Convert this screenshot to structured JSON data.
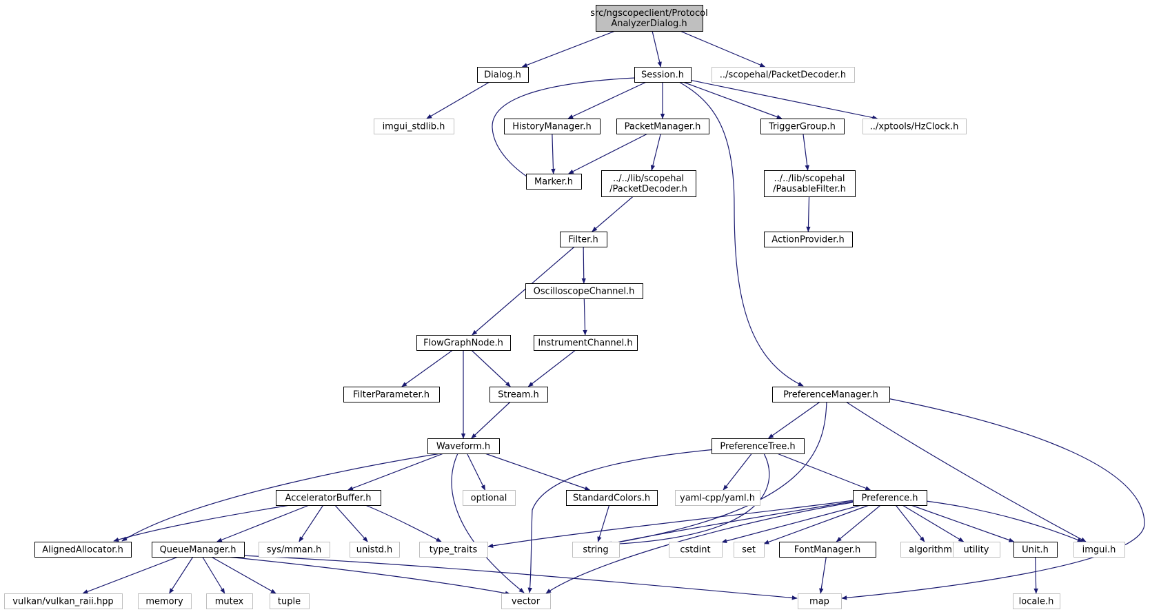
{
  "diagram": {
    "type": "include-dependency-graph",
    "root": "root",
    "colors": {
      "root_fill": "#bfbfbf",
      "local_border": "#000000",
      "external_border": "#bfbfbf",
      "edge": "#191970"
    },
    "nodes": [
      {
        "id": "root",
        "lines": [
          "src/ngscopeclient/Protocol",
          "AnalyzerDialog.h"
        ],
        "kind": "root"
      },
      {
        "id": "dialog",
        "lines": [
          "Dialog.h"
        ],
        "kind": "local"
      },
      {
        "id": "session",
        "lines": [
          "Session.h"
        ],
        "kind": "local"
      },
      {
        "id": "scopehal_packetdecoder",
        "lines": [
          "../scopehal/PacketDecoder.h"
        ],
        "kind": "external"
      },
      {
        "id": "imgui_stdlib",
        "lines": [
          "imgui_stdlib.h"
        ],
        "kind": "external"
      },
      {
        "id": "historymanager",
        "lines": [
          "HistoryManager.h"
        ],
        "kind": "local"
      },
      {
        "id": "packetmanager",
        "lines": [
          "PacketManager.h"
        ],
        "kind": "local"
      },
      {
        "id": "triggergroup",
        "lines": [
          "TriggerGroup.h"
        ],
        "kind": "local"
      },
      {
        "id": "hzclock",
        "lines": [
          "../xptools/HzClock.h"
        ],
        "kind": "external"
      },
      {
        "id": "marker",
        "lines": [
          "Marker.h"
        ],
        "kind": "local"
      },
      {
        "id": "lib_packetdecoder",
        "lines": [
          "../../lib/scopehal",
          "/PacketDecoder.h"
        ],
        "kind": "local"
      },
      {
        "id": "pausablefilter",
        "lines": [
          "../../lib/scopehal",
          "/PausableFilter.h"
        ],
        "kind": "local"
      },
      {
        "id": "actionprovider",
        "lines": [
          "ActionProvider.h"
        ],
        "kind": "local"
      },
      {
        "id": "filter",
        "lines": [
          "Filter.h"
        ],
        "kind": "local"
      },
      {
        "id": "oscilloscopechannel",
        "lines": [
          "OscilloscopeChannel.h"
        ],
        "kind": "local"
      },
      {
        "id": "flowgraphnode",
        "lines": [
          "FlowGraphNode.h"
        ],
        "kind": "local"
      },
      {
        "id": "instrumentchannel",
        "lines": [
          "InstrumentChannel.h"
        ],
        "kind": "local"
      },
      {
        "id": "filterparameter",
        "lines": [
          "FilterParameter.h"
        ],
        "kind": "local"
      },
      {
        "id": "stream",
        "lines": [
          "Stream.h"
        ],
        "kind": "local"
      },
      {
        "id": "preferencemanager",
        "lines": [
          "PreferenceManager.h"
        ],
        "kind": "local"
      },
      {
        "id": "waveform",
        "lines": [
          "Waveform.h"
        ],
        "kind": "local"
      },
      {
        "id": "preferencetree",
        "lines": [
          "PreferenceTree.h"
        ],
        "kind": "local"
      },
      {
        "id": "acceleratorbuffer",
        "lines": [
          "AcceleratorBuffer.h"
        ],
        "kind": "local"
      },
      {
        "id": "optional",
        "lines": [
          "optional"
        ],
        "kind": "external"
      },
      {
        "id": "standardcolors",
        "lines": [
          "StandardColors.h"
        ],
        "kind": "local"
      },
      {
        "id": "yaml",
        "lines": [
          "yaml-cpp/yaml.h"
        ],
        "kind": "external"
      },
      {
        "id": "preference",
        "lines": [
          "Preference.h"
        ],
        "kind": "local"
      },
      {
        "id": "alignedallocator",
        "lines": [
          "AlignedAllocator.h"
        ],
        "kind": "local"
      },
      {
        "id": "queuemanager",
        "lines": [
          "QueueManager.h"
        ],
        "kind": "local"
      },
      {
        "id": "sysmman",
        "lines": [
          "sys/mman.h"
        ],
        "kind": "external"
      },
      {
        "id": "unistd",
        "lines": [
          "unistd.h"
        ],
        "kind": "external"
      },
      {
        "id": "type_traits",
        "lines": [
          "type_traits"
        ],
        "kind": "external"
      },
      {
        "id": "string",
        "lines": [
          "string"
        ],
        "kind": "external"
      },
      {
        "id": "cstdint",
        "lines": [
          "cstdint"
        ],
        "kind": "external"
      },
      {
        "id": "set",
        "lines": [
          "set"
        ],
        "kind": "external"
      },
      {
        "id": "fontmanager",
        "lines": [
          "FontManager.h"
        ],
        "kind": "local"
      },
      {
        "id": "algorithm",
        "lines": [
          "algorithm"
        ],
        "kind": "external"
      },
      {
        "id": "utility",
        "lines": [
          "utility"
        ],
        "kind": "external"
      },
      {
        "id": "unit",
        "lines": [
          "Unit.h"
        ],
        "kind": "local"
      },
      {
        "id": "imgui",
        "lines": [
          "imgui.h"
        ],
        "kind": "external"
      },
      {
        "id": "vulkan",
        "lines": [
          "vulkan/vulkan_raii.hpp"
        ],
        "kind": "external"
      },
      {
        "id": "memory",
        "lines": [
          "memory"
        ],
        "kind": "external"
      },
      {
        "id": "mutex",
        "lines": [
          "mutex"
        ],
        "kind": "external"
      },
      {
        "id": "tuple",
        "lines": [
          "tuple"
        ],
        "kind": "external"
      },
      {
        "id": "vector",
        "lines": [
          "vector"
        ],
        "kind": "external"
      },
      {
        "id": "map",
        "lines": [
          "map"
        ],
        "kind": "external"
      },
      {
        "id": "locale",
        "lines": [
          "locale.h"
        ],
        "kind": "external"
      }
    ],
    "edges": [
      [
        "root",
        "dialog"
      ],
      [
        "root",
        "session"
      ],
      [
        "root",
        "scopehal_packetdecoder"
      ],
      [
        "dialog",
        "imgui_stdlib"
      ],
      [
        "session",
        "marker"
      ],
      [
        "session",
        "historymanager"
      ],
      [
        "session",
        "packetmanager"
      ],
      [
        "session",
        "triggergroup"
      ],
      [
        "session",
        "hzclock"
      ],
      [
        "session",
        "preferencemanager"
      ],
      [
        "historymanager",
        "marker"
      ],
      [
        "packetmanager",
        "marker"
      ],
      [
        "packetmanager",
        "lib_packetdecoder"
      ],
      [
        "triggergroup",
        "pausablefilter"
      ],
      [
        "pausablefilter",
        "actionprovider"
      ],
      [
        "lib_packetdecoder",
        "filter"
      ],
      [
        "filter",
        "flowgraphnode"
      ],
      [
        "filter",
        "oscilloscopechannel"
      ],
      [
        "oscilloscopechannel",
        "instrumentchannel"
      ],
      [
        "instrumentchannel",
        "stream"
      ],
      [
        "flowgraphnode",
        "filterparameter"
      ],
      [
        "flowgraphnode",
        "stream"
      ],
      [
        "flowgraphnode",
        "waveform"
      ],
      [
        "stream",
        "waveform"
      ],
      [
        "waveform",
        "alignedallocator"
      ],
      [
        "waveform",
        "acceleratorbuffer"
      ],
      [
        "waveform",
        "vector"
      ],
      [
        "waveform",
        "optional"
      ],
      [
        "waveform",
        "standardcolors"
      ],
      [
        "acceleratorbuffer",
        "alignedallocator"
      ],
      [
        "acceleratorbuffer",
        "queuemanager"
      ],
      [
        "acceleratorbuffer",
        "sysmman"
      ],
      [
        "acceleratorbuffer",
        "unistd"
      ],
      [
        "acceleratorbuffer",
        "type_traits"
      ],
      [
        "standardcolors",
        "string"
      ],
      [
        "queuemanager",
        "vulkan"
      ],
      [
        "queuemanager",
        "memory"
      ],
      [
        "queuemanager",
        "mutex"
      ],
      [
        "queuemanager",
        "tuple"
      ],
      [
        "queuemanager",
        "vector"
      ],
      [
        "queuemanager",
        "map"
      ],
      [
        "preferencemanager",
        "preferencetree"
      ],
      [
        "preferencemanager",
        "string"
      ],
      [
        "preferencemanager",
        "imgui"
      ],
      [
        "preferencemanager",
        "map"
      ],
      [
        "preferencetree",
        "vector"
      ],
      [
        "preferencetree",
        "yaml"
      ],
      [
        "preferencetree",
        "string"
      ],
      [
        "preferencetree",
        "preference"
      ],
      [
        "preference",
        "type_traits"
      ],
      [
        "preference",
        "string"
      ],
      [
        "preference",
        "vector"
      ],
      [
        "preference",
        "cstdint"
      ],
      [
        "preference",
        "set"
      ],
      [
        "preference",
        "fontmanager"
      ],
      [
        "preference",
        "algorithm"
      ],
      [
        "preference",
        "utility"
      ],
      [
        "preference",
        "unit"
      ],
      [
        "preference",
        "imgui"
      ],
      [
        "fontmanager",
        "map"
      ],
      [
        "unit",
        "locale"
      ]
    ]
  }
}
